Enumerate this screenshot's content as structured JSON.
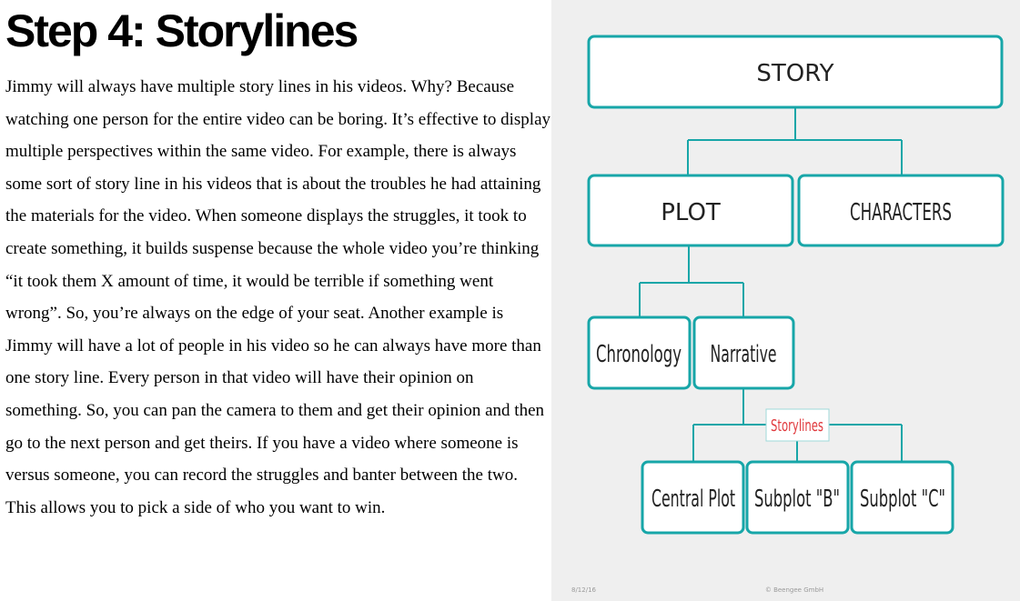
{
  "heading": "Step 4: Storylines",
  "paragraph": "Jimmy will always have multiple story lines in his videos. Why? Because watching one person for the entire video can be boring. It’s effective to display multiple perspectives within the same video. For example, there is always some sort of story line in his videos that is about the troubles he had attaining the materials for the video. When someone displays the struggles, it took to create something, it builds suspense because the whole video you’re thinking “it took them X amount of time, it would be terrible if something went wrong”. So, you’re always on the edge of your seat. Another example is Jimmy will have a lot of people in his video so he can always have more than one story line. Every person in that video will have their opinion on something. So, you can pan the camera to them and get their opinion and then go to the next person and get theirs. If you have a video where someone is versus someone, you can record the struggles and banter between the two. This allows you to pick a side of who you want to win.",
  "diagram": {
    "story": "STORY",
    "plot": "PLOT",
    "characters": "CHARACTERS",
    "chronology": "Chronology",
    "narrative": "Narrative",
    "storylines": "Storylines",
    "central_plot": "Central Plot",
    "subplot_b": "Subplot \"B\"",
    "subplot_c": "Subplot \"C\""
  },
  "footer": {
    "date": "8/12/16",
    "credit": "© Beengee GmbH"
  },
  "colors": {
    "accent": "#17a6a8",
    "storylines_text": "#e03a3e",
    "panel_bg": "#efefef"
  }
}
